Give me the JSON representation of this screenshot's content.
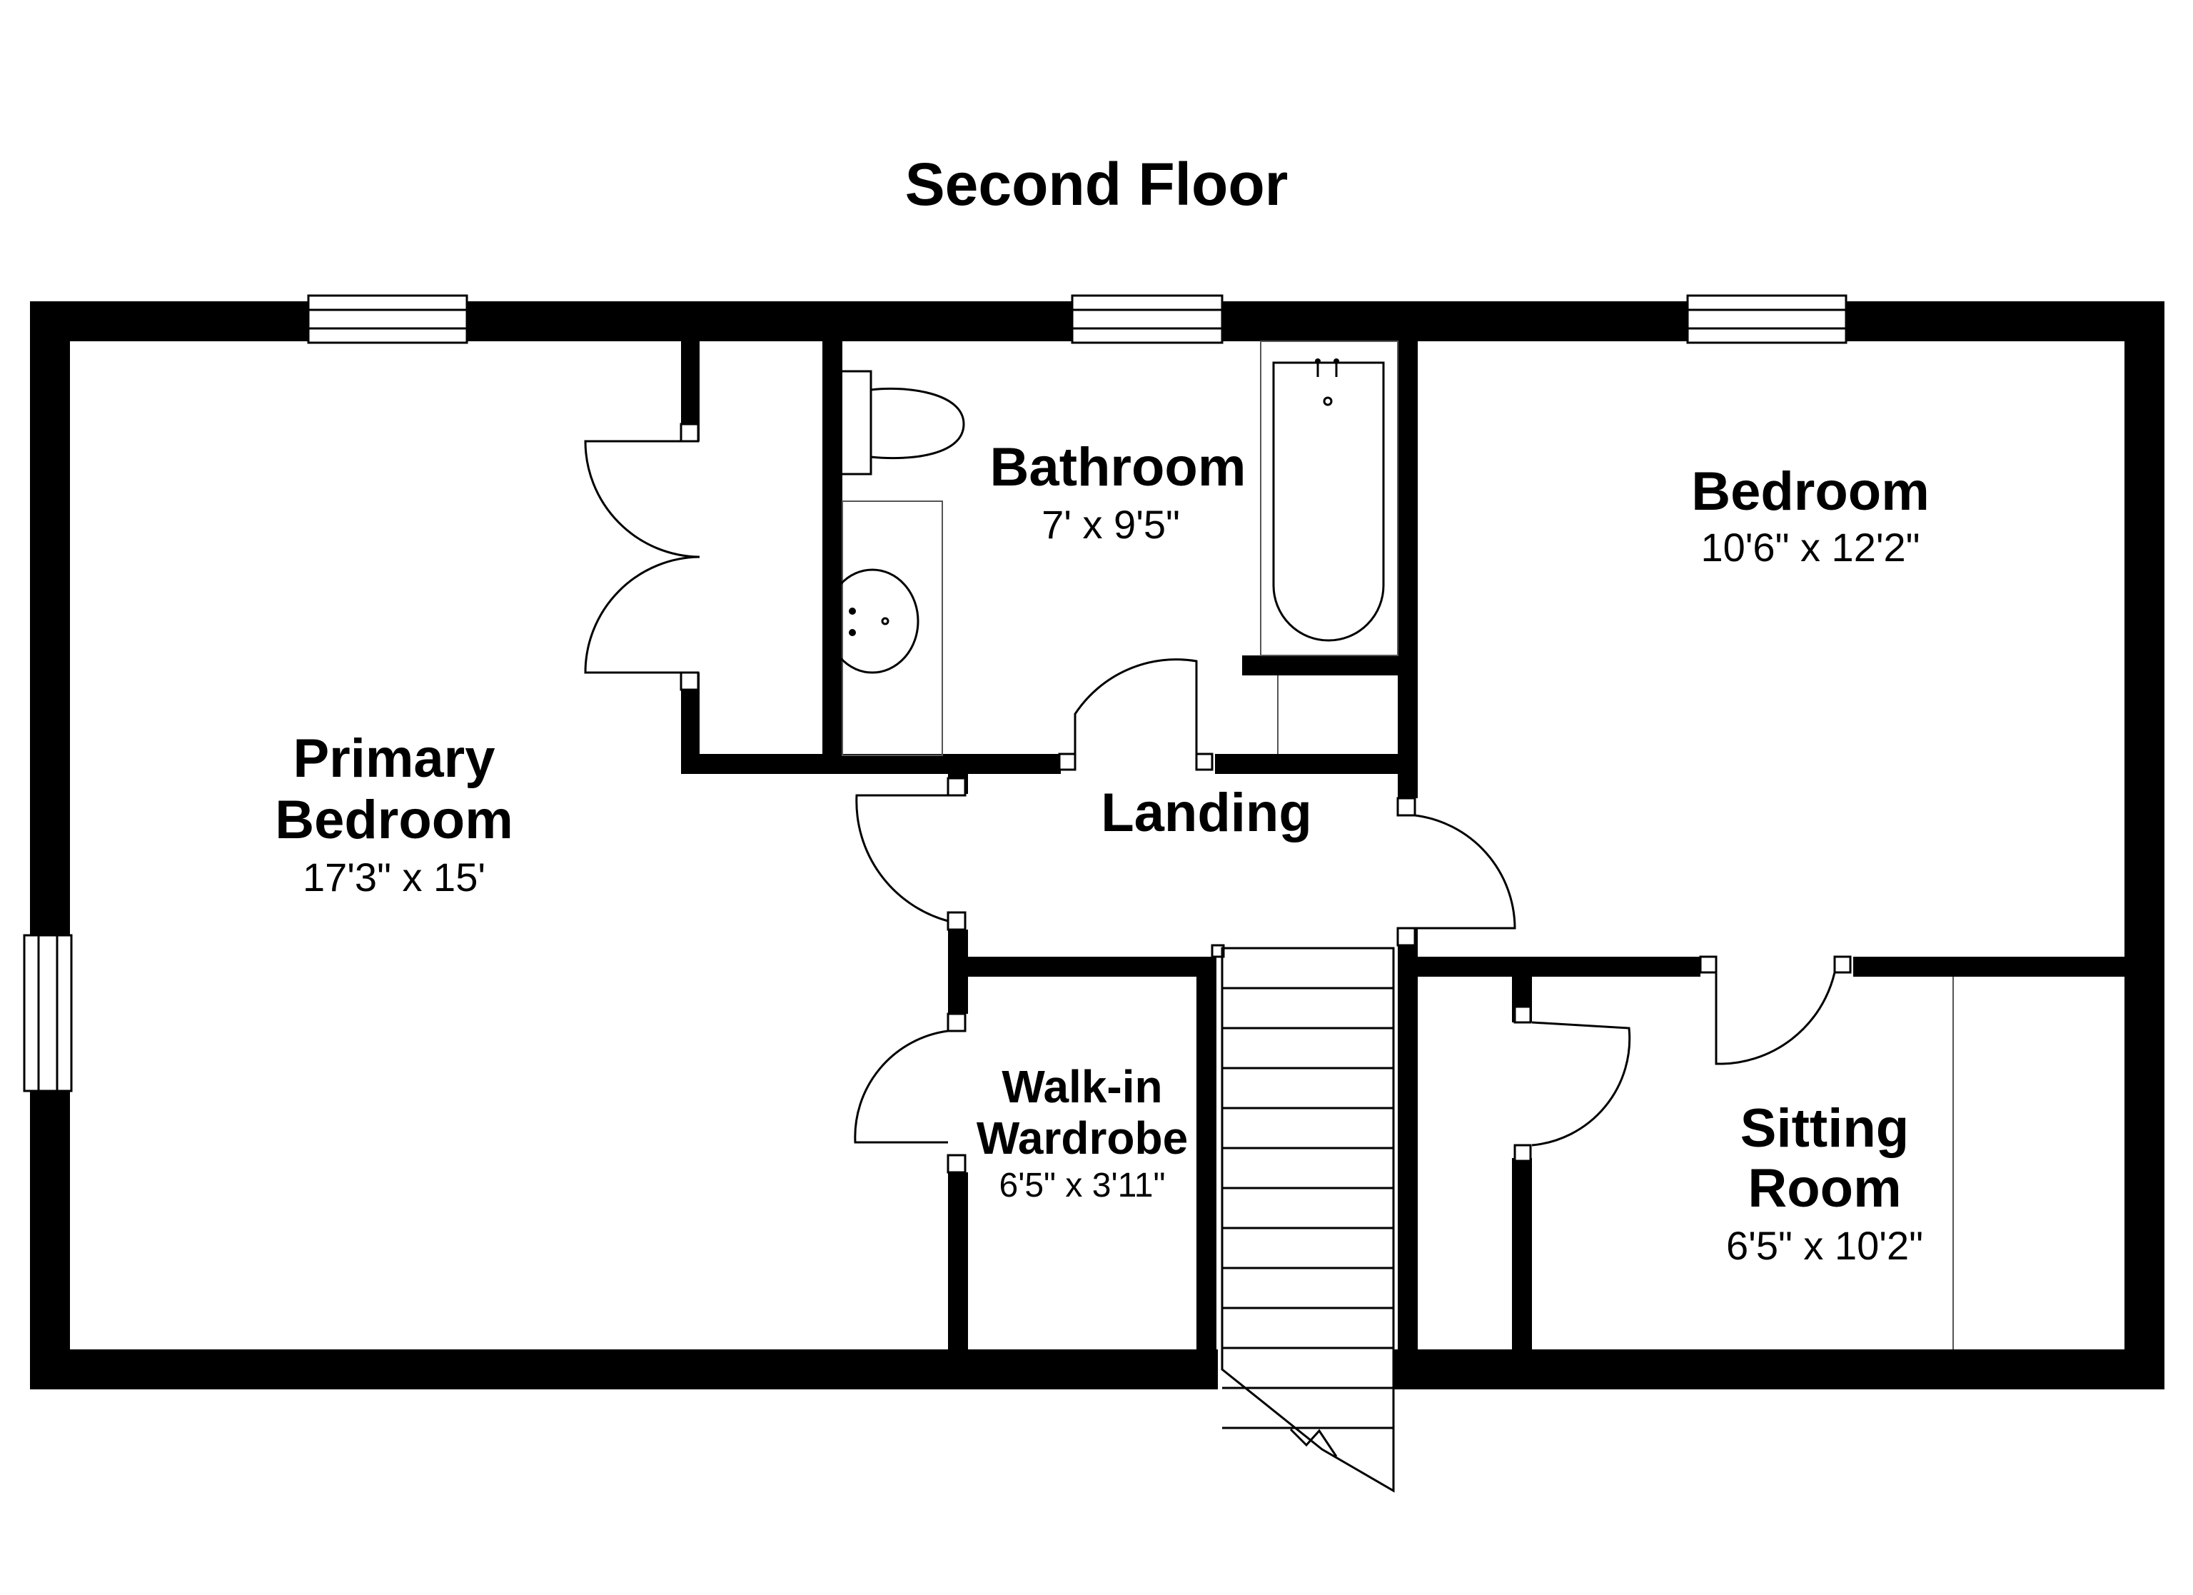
{
  "floor_title": "Second Floor",
  "rooms": {
    "primary_bedroom": {
      "name_line1": "Primary",
      "name_line2": "Bedroom",
      "size": "17'3\" x 15'"
    },
    "bathroom": {
      "name": "Bathroom",
      "size": "7' x 9'5\""
    },
    "bedroom": {
      "name": "Bedroom",
      "size": "10'6\" x 12'2\""
    },
    "landing": {
      "name": "Landing"
    },
    "walk_in_wardrobe": {
      "name_line1": "Walk-in",
      "name_line2": "Wardrobe",
      "size": "6'5\" x 3'11\""
    },
    "sitting_room": {
      "name_line1": "Sitting",
      "name_line2": "Room",
      "size": "6'5\" x 10'2\""
    }
  },
  "colors": {
    "wall": "#000000",
    "background": "#ffffff"
  }
}
